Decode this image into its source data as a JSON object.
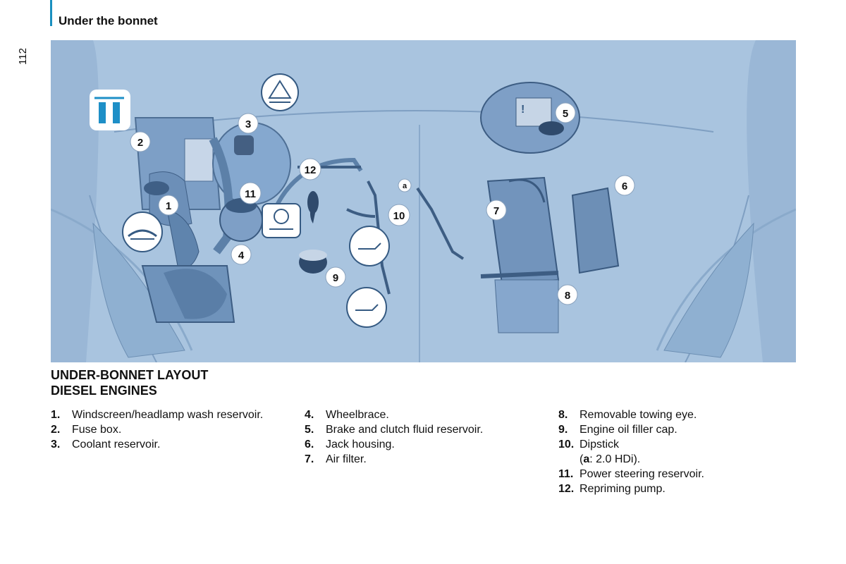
{
  "header": {
    "section_title": "Under the bonnet",
    "page_number": "112"
  },
  "illustration": {
    "callouts": [
      {
        "id": "1",
        "label": "1"
      },
      {
        "id": "2",
        "label": "2"
      },
      {
        "id": "3",
        "label": "3"
      },
      {
        "id": "4",
        "label": "4"
      },
      {
        "id": "5",
        "label": "5"
      },
      {
        "id": "6",
        "label": "6"
      },
      {
        "id": "7",
        "label": "7"
      },
      {
        "id": "8",
        "label": "8"
      },
      {
        "id": "9",
        "label": "9"
      },
      {
        "id": "10",
        "label": "10"
      },
      {
        "id": "11",
        "label": "11"
      },
      {
        "id": "12",
        "label": "12"
      },
      {
        "id": "a",
        "label": "a"
      }
    ],
    "symbol_icons": [
      "washer-fluid-icon",
      "fuse-icon",
      "coolant-warning-icon",
      "brake-fluid-icon",
      "power-steering-icon",
      "engine-oil-icon",
      "engine-oil-icon"
    ]
  },
  "heading": {
    "line1": "UNDER-BONNET LAYOUT",
    "line2": "DIESEL ENGINES"
  },
  "legend": {
    "col1": [
      {
        "num": "1.",
        "text": "Windscreen/headlamp wash reservoir."
      },
      {
        "num": "2.",
        "text": "Fuse box."
      },
      {
        "num": "3.",
        "text": "Coolant reservoir."
      }
    ],
    "col2": [
      {
        "num": "4.",
        "text": "Wheelbrace."
      },
      {
        "num": "5.",
        "text": "Brake and clutch fluid reservoir."
      },
      {
        "num": "6.",
        "text": "Jack housing."
      },
      {
        "num": "7.",
        "text": "Air filter."
      }
    ],
    "col3": [
      {
        "num": "8.",
        "text": "Removable towing eye."
      },
      {
        "num": "9.",
        "text": "Engine oil filler cap."
      },
      {
        "num": "10.",
        "text": "Dipstick"
      },
      {
        "num": "",
        "text": "(",
        "bold": "a",
        "rest": ": 2.0 HDi)."
      },
      {
        "num": "11.",
        "text": "Power steering reservoir."
      },
      {
        "num": "12.",
        "text": "Repriming pump."
      }
    ]
  }
}
